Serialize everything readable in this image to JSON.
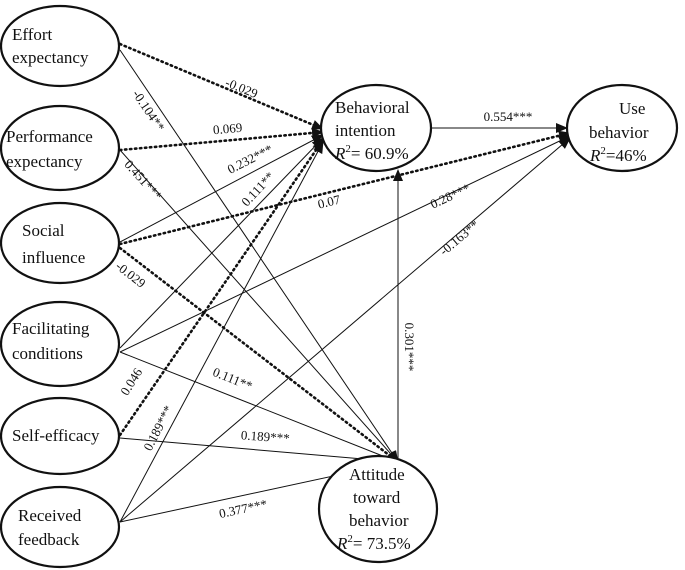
{
  "diagram": {
    "nodes": {
      "effort_expectancy": {
        "lines": [
          "Effort",
          "expectancy"
        ]
      },
      "performance_expectancy": {
        "lines": [
          "Performance",
          "expectancy"
        ]
      },
      "social_influence": {
        "lines": [
          "Social",
          "influence"
        ]
      },
      "facilitating_conditions": {
        "lines": [
          "Facilitating",
          "conditions"
        ]
      },
      "self_efficacy": {
        "lines": [
          "Self-efficacy"
        ]
      },
      "received_feedback": {
        "lines": [
          "Received",
          "feedback"
        ]
      },
      "behavioral_intention": {
        "lines": [
          "Behavioral",
          "intention"
        ],
        "r2_value": "= 60.9%"
      },
      "use_behavior": {
        "lines": [
          "Use",
          "behavior"
        ],
        "r2_value": "=46%"
      },
      "attitude_toward_behavior": {
        "lines": [
          "Attitude",
          "toward",
          "behavior"
        ],
        "r2_value": "= 73.5%"
      }
    },
    "r2_prefix": "R",
    "r2_superscript": "2",
    "paths": [
      {
        "from": "effort_expectancy",
        "to": "behavioral_intention",
        "coef": "-0.029",
        "style": "dotted"
      },
      {
        "from": "effort_expectancy",
        "to": "attitude_toward_behavior",
        "coef": "-0.104**",
        "style": "solid"
      },
      {
        "from": "performance_expectancy",
        "to": "behavioral_intention",
        "coef": "0.069",
        "style": "dotted"
      },
      {
        "from": "performance_expectancy",
        "to": "attitude_toward_behavior",
        "coef": "0.451***",
        "style": "solid"
      },
      {
        "from": "social_influence",
        "to": "behavioral_intention",
        "coef": "0.232***",
        "style": "solid"
      },
      {
        "from": "social_influence",
        "to": "use_behavior",
        "coef": "0.07",
        "style": "dotted"
      },
      {
        "from": "social_influence",
        "to": "attitude_toward_behavior",
        "coef": "-0.029",
        "style": "dotted"
      },
      {
        "from": "facilitating_conditions",
        "to": "behavioral_intention",
        "coef": "0.111**",
        "style": "solid"
      },
      {
        "from": "facilitating_conditions",
        "to": "use_behavior",
        "coef": "0.28***",
        "style": "solid"
      },
      {
        "from": "facilitating_conditions",
        "to": "attitude_toward_behavior",
        "coef": "0.111**",
        "style": "solid"
      },
      {
        "from": "self_efficacy",
        "to": "behavioral_intention",
        "coef": "0.046",
        "style": "dotted"
      },
      {
        "from": "self_efficacy",
        "to": "attitude_toward_behavior",
        "coef": "0.189***",
        "style": "solid"
      },
      {
        "from": "received_feedback",
        "to": "behavioral_intention",
        "coef": "0.189***",
        "style": "solid"
      },
      {
        "from": "received_feedback",
        "to": "use_behavior",
        "coef": "-0.163**",
        "style": "solid"
      },
      {
        "from": "received_feedback",
        "to": "attitude_toward_behavior",
        "coef": "0.377***",
        "style": "solid"
      },
      {
        "from": "behavioral_intention",
        "to": "use_behavior",
        "coef": "0.554***",
        "style": "solid"
      },
      {
        "from": "attitude_toward_behavior",
        "to": "behavioral_intention",
        "coef": "0.301***",
        "style": "solid"
      }
    ]
  }
}
